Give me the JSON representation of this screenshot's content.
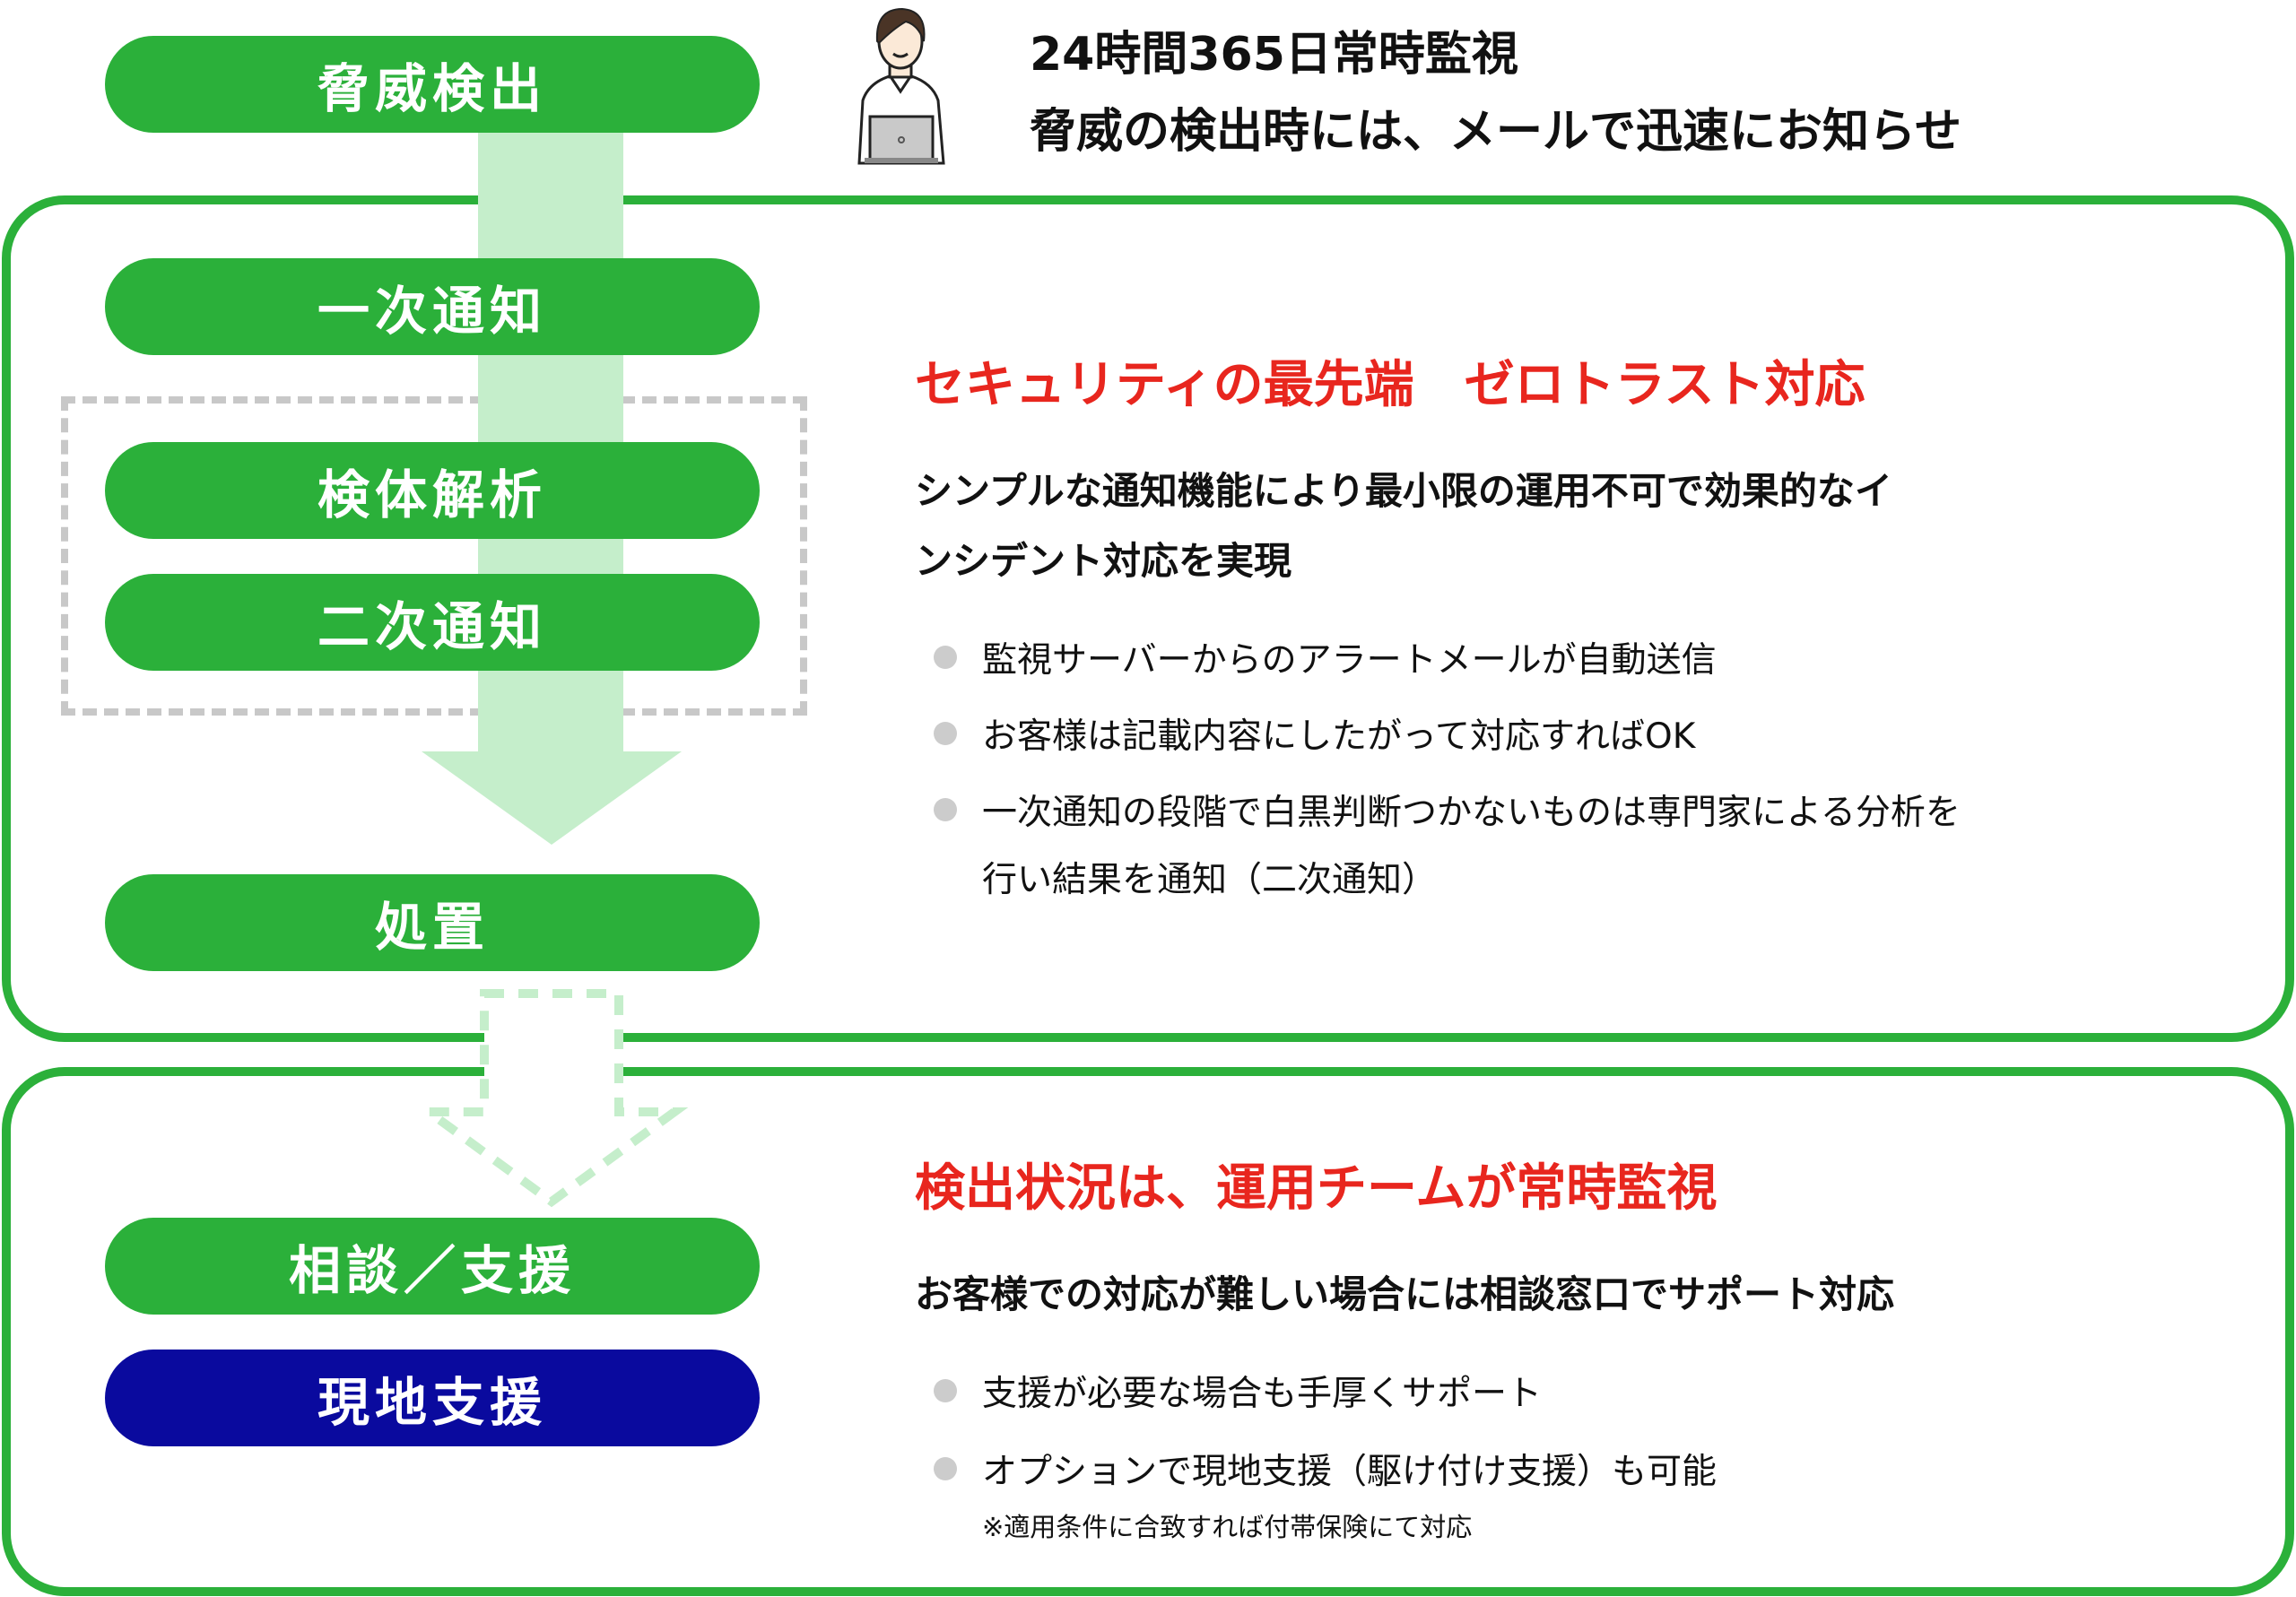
{
  "header": {
    "line1": "24時間365日常時監視",
    "line2": "脅威の検出時には、メールで迅速にお知らせ"
  },
  "flow": {
    "steps": [
      "脅威検出",
      "一次通知",
      "検体解析",
      "二次通知",
      "処置",
      "相談／支援",
      "現地支援"
    ]
  },
  "section1": {
    "title": "セキュリティの最先端　ゼロトラスト対応",
    "subtitle_lines": [
      "シンプルな通知機能により最小限の運用不可で効果的なイ",
      "ンシデント対応を実現"
    ],
    "bullets": [
      "監視サーバーからのアラートメールが自動送信",
      "お客様は記載内容にしたがって対応すればOK",
      "一次通知の段階で白黒判断つかないものは専門家による分析を",
      "行い結果を通知（二次通知）"
    ]
  },
  "section2": {
    "title": "検出状況は、運用チームが常時監視",
    "subtitle": "お客様での対応が難しい場合には相談窓口でサポート対応",
    "bullets": [
      "支援が必要な場合も手厚くサポート",
      "オプションで現地支援（駆け付け支援）も可能"
    ],
    "note": "※適用条件に合致すれば付帯保険にて対応"
  },
  "colors": {
    "green": "#2bb03a",
    "light_green": "#c5eecb",
    "navy": "#0a0a9e",
    "red": "#e8261e",
    "grey": "#cccccc"
  }
}
